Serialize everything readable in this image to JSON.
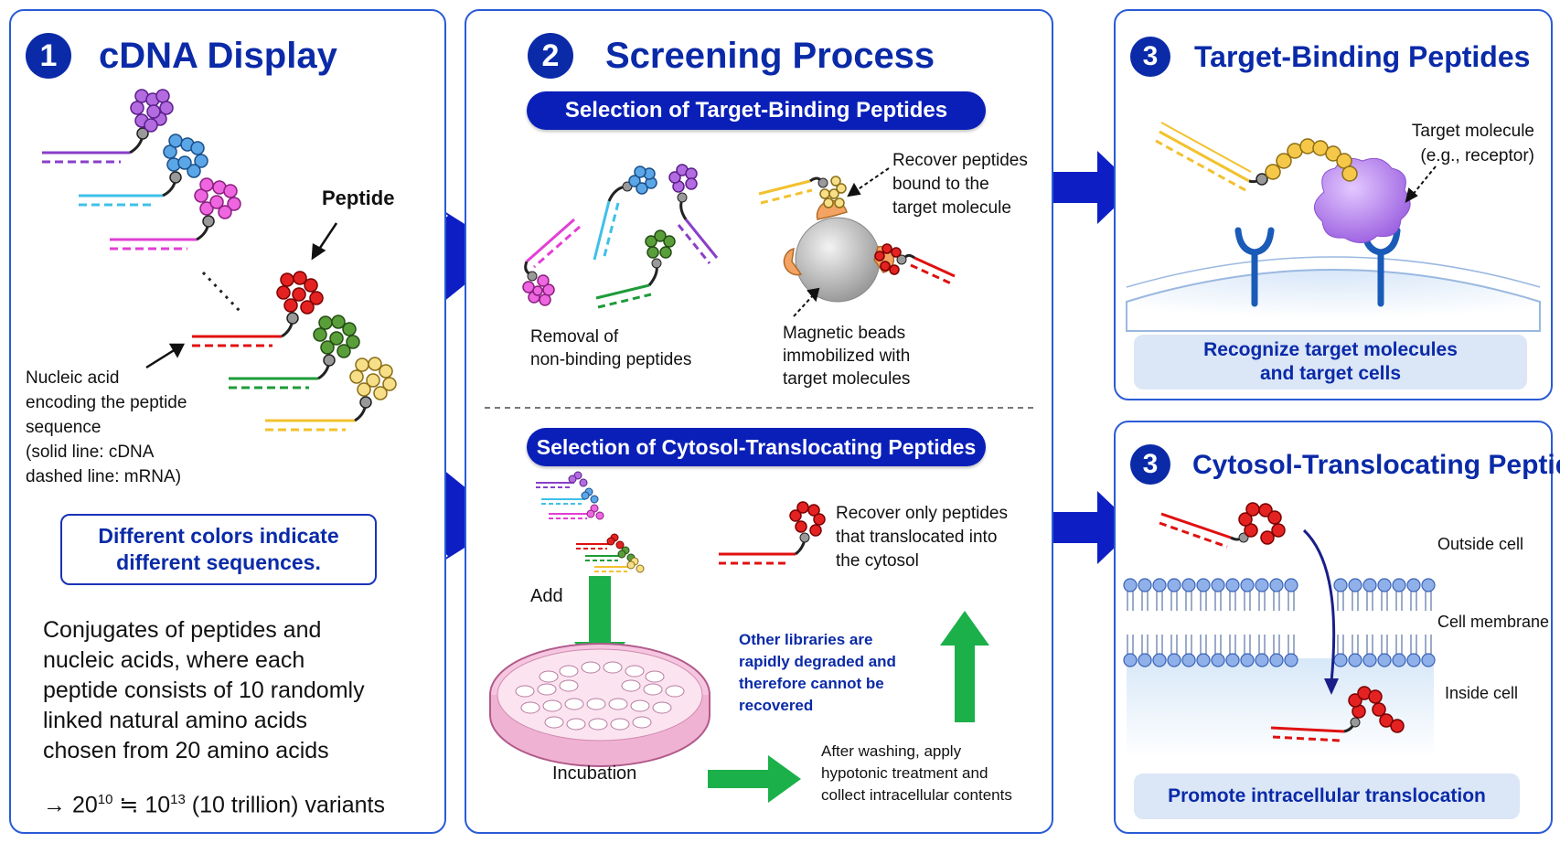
{
  "panel1": {
    "number": "1",
    "title": "cDNA Display",
    "peptide_label": "Peptide",
    "nucleic_label": "Nucleic acid\nencoding the peptide\nsequence\n(solid line: cDNA\ndashed line: mRNA)",
    "colors_note": "Different colors indicate\ndifferent sequences.",
    "description": "Conjugates of peptides and\nnucleic acids, where each\npeptide consists of 10 randomly\nlinked natural amino acids\nchosen from 20 amino acids",
    "variants": {
      "arrow": "→",
      "base": "20",
      "exp1": "10",
      "approx": "≒",
      "base2": "10",
      "exp2": "13",
      "rest": "(10 trillion) variants"
    }
  },
  "panel2": {
    "number": "2",
    "title": "Screening Process",
    "pill_top": "Selection of Target-Binding Peptides",
    "removal": "Removal of\nnon-binding peptides",
    "recover_bound": "Recover peptides\nbound to the\ntarget molecule",
    "beads": "Magnetic beads\nimmobilized with\ntarget molecules",
    "pill_bottom": "Selection of Cytosol-Translocating Peptides",
    "add": "Add",
    "recover_cytosol": "Recover only peptides\nthat translocated into\nthe cytosol",
    "other_libraries": "Other libraries are\nrapidly degraded and\ntherefore cannot be\nrecovered",
    "incubation": "Incubation",
    "after_washing": "After washing, apply\nhypotonic treatment and\ncollect intracellular contents"
  },
  "panel3a": {
    "number": "3",
    "title": "Target-Binding Peptides",
    "target_label": "Target molecule\n(e.g., receptor)",
    "box": "Recognize target molecules\nand target cells"
  },
  "panel3b": {
    "number": "3",
    "title": "Cytosol-Translocating Peptides",
    "outside": "Outside cell",
    "membrane": "Cell membrane",
    "inside": "Inside cell",
    "box": "Promote intracellular translocation"
  },
  "colors": {
    "accent": "#0a2aa8",
    "arrow_blue": "#0d1fc4",
    "arrow_green": "#1bb04a",
    "purple": "#8a3fc9",
    "blue": "#3b8fd6",
    "magenta": "#e23fd6",
    "red": "#e01010",
    "green": "#3f9a2e",
    "yellow": "#f2c12e"
  }
}
